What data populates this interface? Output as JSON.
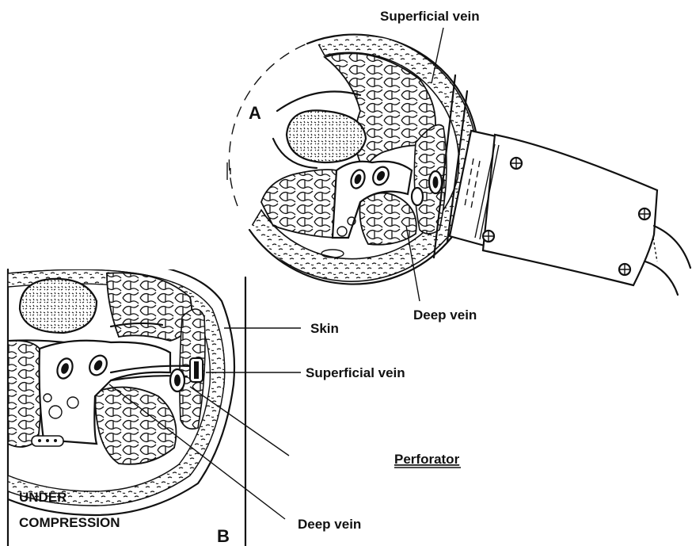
{
  "labels": {
    "superficial_vein_top": "Superficial vein",
    "panel_a": "A",
    "deep_vein_a": "Deep vein",
    "skin": "Skin",
    "superficial_vein_b": "Superficial vein",
    "perforator": "Perforator",
    "under": "UNDER",
    "compression": "COMPRESSION",
    "panel_b": "B",
    "deep_vein_b": "Deep vein"
  }
}
